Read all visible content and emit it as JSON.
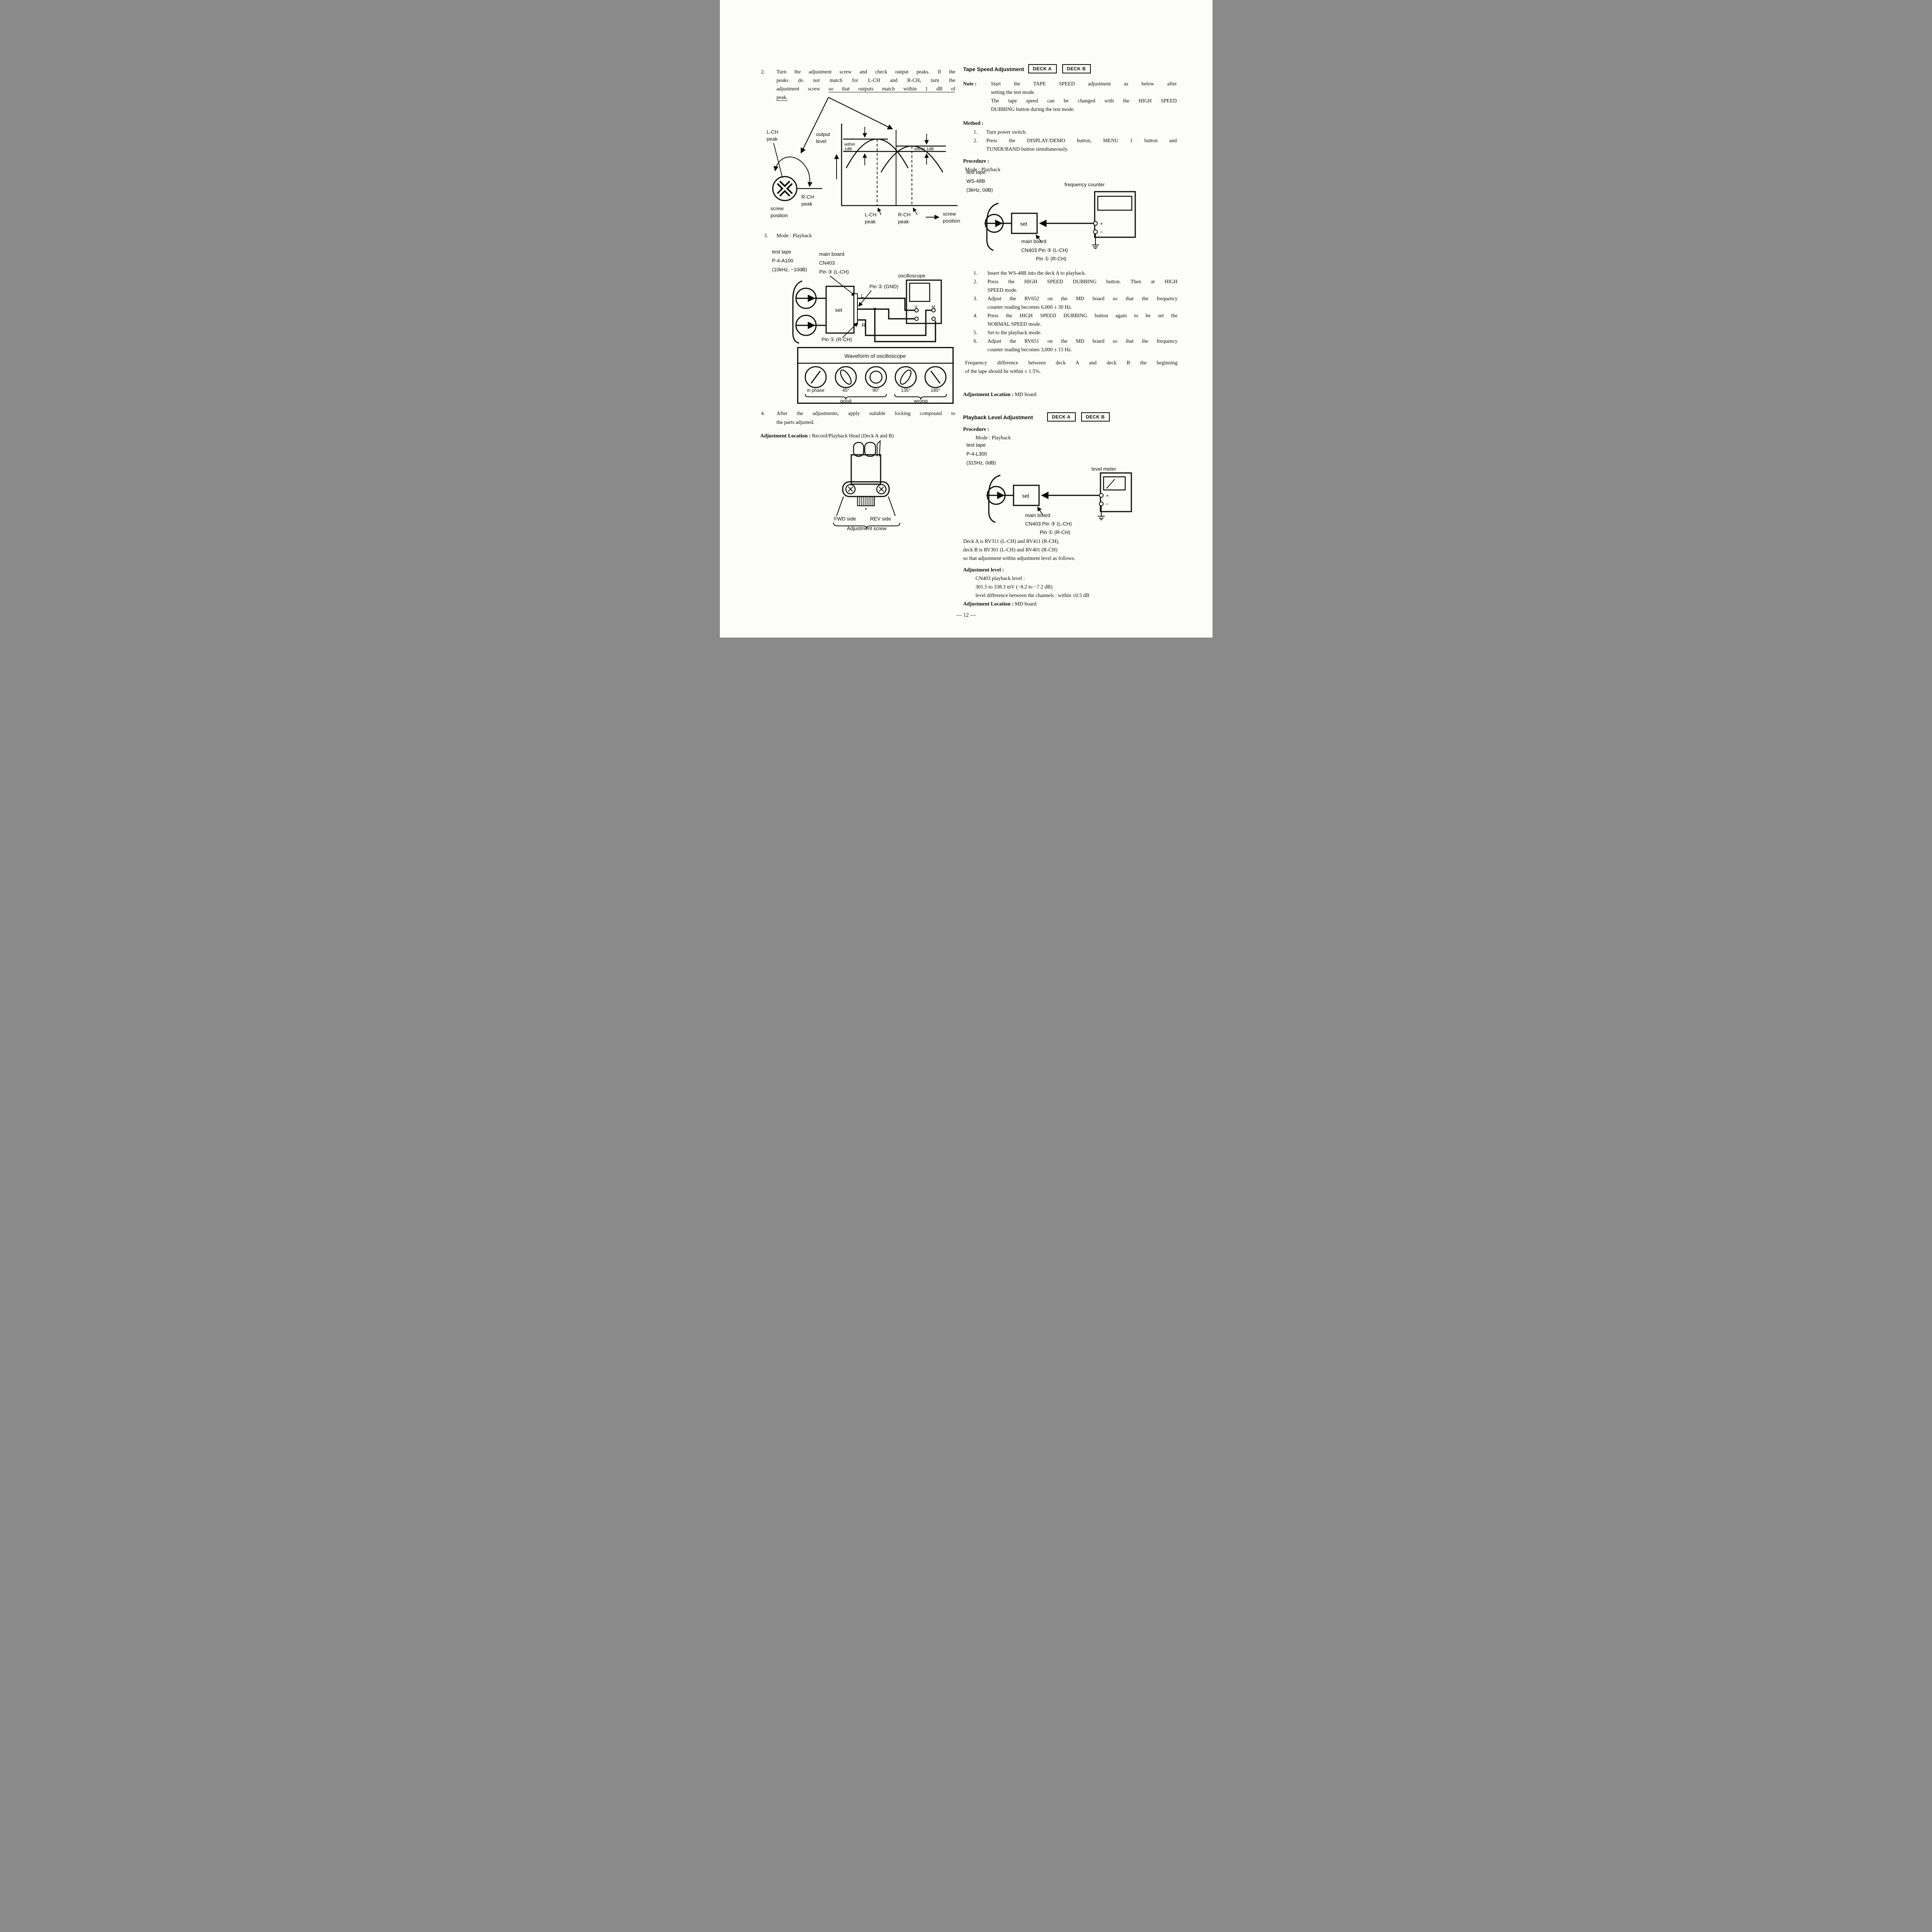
{
  "page": {
    "footer": "— 12 —"
  },
  "left": {
    "item2": {
      "marker": "2.",
      "l1": "Turn the adjustment screw and check output peaks. If the",
      "l2": "peaks do not match for L-CH and R-CH, turn the",
      "l3_plain": "adjustment screw ",
      "l3_underline": "so that outputs match within 1 dB of",
      "l4_underline": "peak."
    },
    "peak_diagram": {
      "l_peak": [
        "L-CH",
        "peak"
      ],
      "r_peak": [
        "R-CH",
        "peak"
      ],
      "screw_position": [
        "screw",
        "position"
      ],
      "output_level": [
        "output",
        "level"
      ],
      "within_left": [
        "within",
        "1dB"
      ],
      "within_right": "within 1dB",
      "axis_l_peak": [
        "L-CH",
        "peak"
      ],
      "axis_r_peak": [
        "R-CH",
        "peak"
      ],
      "axis_screw": [
        "screw",
        "position"
      ]
    },
    "item3": {
      "marker": "3.",
      "text": "Mode : Playback"
    },
    "osc_diagram": {
      "test_tape": [
        "test tape",
        "P-4-A100",
        "(10kHz, −10dB)"
      ],
      "main_board": [
        "main board",
        "CN403",
        "Pin ③ (L-CH)"
      ],
      "pin2": "Pin ② (GND)",
      "pin1": "Pin ① (R-CH)",
      "oscilloscope": "oscilloscope",
      "set": "set",
      "l": "L",
      "r": "R",
      "v": "V",
      "m": "M"
    },
    "waveform": {
      "title": "Waveform of oscilloscope",
      "labels": [
        "in phase",
        "45°",
        "90°",
        "135°",
        "180°"
      ],
      "good": "good",
      "wrong": "wrong"
    },
    "item4": {
      "marker": "4.",
      "l1": "After the adjustments, apply suitable locking compound to",
      "l2": "the parts adjusted."
    },
    "adj_location": {
      "label": "Adjustment Location :",
      "value": " Record/Playback Head (Deck A and B)"
    },
    "head_diagram": {
      "fwd": "FWD side",
      "rev": "REV side",
      "caption": "Adjustment screw"
    }
  },
  "right": {
    "tape_speed": {
      "title": "Tape Speed Adjustment",
      "deck_a": "DECK A",
      "deck_b": "DECK B",
      "note_label": "Note :",
      "note": [
        "Start the TAPE SPEED adjustment as below after",
        "setting the test mode.",
        "The tape speed can be changed with the HIGH SPEED",
        "DUBBING button during the test mode."
      ],
      "method_label": "Method :",
      "m1_marker": "1.",
      "m1": "Turn power switch.",
      "m2_marker": "2.",
      "m2a": "Press the DISPLAY/DEMO button, MENU 1 button and",
      "m2b": "TUNER/BAND button simultaneously.",
      "procedure_label": "Procedure :",
      "mode": "Mode : Playback",
      "counter_diagram": {
        "test_tape": [
          "test tape",
          "WS-48B",
          "(3kHz, 0dB)"
        ],
        "counter": "frequency counter",
        "set": "set",
        "main_board": [
          "main board",
          "CN403 Pin ③ (L-CH)",
          "Pin ① (R-CH)"
        ],
        "plus": "+",
        "minus": "−"
      },
      "steps": [
        {
          "marker": "1.",
          "l1": "Insert the WS-48B into the deck A to playback."
        },
        {
          "marker": "2.",
          "l1": "Press the HIGH SPEED DUBBING button. Then at HIGH",
          "l2": "SPEED mode."
        },
        {
          "marker": "3.",
          "l1": "Adjust the RV652 on the MD board so that the frequency",
          "l2": "counter reading becomes 6,000 ± 30 Hz."
        },
        {
          "marker": "4.",
          "l1": "Press the HIGH SPEED DUBBING button again to be set the",
          "l2": "NORMAL SPEED mode."
        },
        {
          "marker": "5.",
          "l1": "Set to the playback mode."
        },
        {
          "marker": "6.",
          "l1": "Adjust the RV651 on the MD board so that the frequency",
          "l2": "counter reading becomes 3,000 ± 15 Hz."
        }
      ],
      "freq_l1": "Frequency difference between deck A and deck B the beginning",
      "freq_l2": "of the tape should be within ± 1.5%.",
      "adj_location": {
        "label": "Adjustment Location :",
        "value": " MD board"
      }
    },
    "playback_level": {
      "title": "Playback Level Adjustment",
      "deck_a": "DECK A",
      "deck_b": "DECK B",
      "procedure_label": "Procedure :",
      "mode": "Mode : Playback",
      "meter_diagram": {
        "test_tape": [
          "test tape",
          "P-4-L300",
          "(315Hz, 0dB)"
        ],
        "meter": "level meter",
        "set": "set",
        "main_board": [
          "main board",
          "CN403 Pin ③ (L-CH)",
          "Pin ① (R-CH)"
        ],
        "plus": "+",
        "minus": "−"
      },
      "deck_l1": "Deck A is RV311 (L-CH) and RV411 (R-CH),",
      "deck_l2": "deck B is RV301 (L-CH) and RV401 (R-CH)",
      "deck_l3": "so that adjustment within adjustment level as follows.",
      "adj_level_label": "Adjustment level :",
      "adj_level": [
        "CN403 playback level :",
        "301.5 to 338.3 mV (−8.2 to −7.2 dB)",
        "level difference between the channels : within ±0.5 dB"
      ],
      "adj_location": {
        "label": "Adjustment Location :",
        "value": " MD board"
      }
    }
  }
}
